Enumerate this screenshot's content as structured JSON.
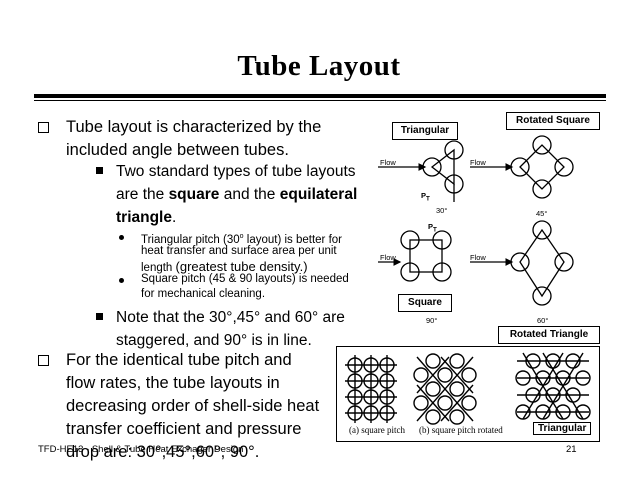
{
  "slide": {
    "title": "Tube Layout",
    "footer": "TFD-HE13 - Shell & Tube Heat Exchager Design",
    "page_number": "21"
  },
  "bullets": {
    "b1_line1": "Tube layout is characterized by the",
    "b1_line2": "included angle between tubes.",
    "s1_line1": "Two standard types of tube layouts",
    "s1_line2_a": "are the ",
    "s1_line2_square": "square",
    "s1_line2_b": " and the ",
    "s1_line2_equilateral": "equilateral",
    "s1_line3_triangle": "triangle",
    "s1_line3_period": ".",
    "d1_line1_a": "Triangular pitch (30",
    "d1_line1_sup": "o",
    "d1_line1_b": " layout) is better for",
    "d1_line2": "heat transfer and surface area per unit",
    "d1_line3_a": "length ",
    "d1_line3_b": "(greatest tube density.)",
    "d2_line1": "Square pitch (45 & 90 layouts) is needed",
    "d2_line2": "for mechanical cleaning.",
    "s2_line1": "Note that the 30°,45° and 60° are",
    "s2_line2": "staggered, and 90° is in line.",
    "b2_line1": "For the identical tube pitch and",
    "b2_line2": "flow rates, the tube layouts in",
    "b2_line3": "decreasing order of shell-side heat",
    "b2_line4": "transfer coefficient and pressure",
    "b2_line5": "drop are: 30°,45°,60°, 90°."
  },
  "figure": {
    "triangular_label": "Triangular",
    "rotated_square_label": "Rotated Square",
    "square_label": "Square",
    "rotated_triangle_label": "Rotated Triangle",
    "flow": "Flow",
    "pt": "P",
    "pt_sub": "T",
    "angle_30": "30°",
    "angle_45": "45°",
    "angle_90": "90°",
    "angle_60": "60°",
    "caption_a": "(a) square pitch",
    "caption_b": "(b) square pitch rotated",
    "caption_c": "Triangular"
  }
}
